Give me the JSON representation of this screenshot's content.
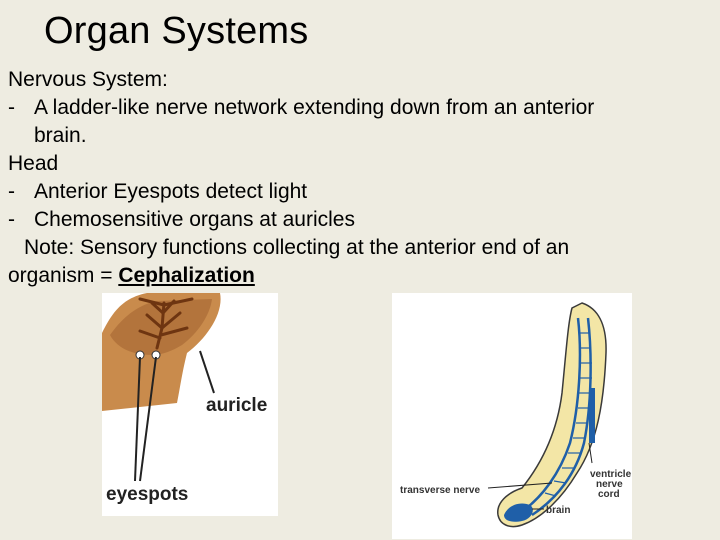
{
  "slide": {
    "title": "Organ Systems",
    "nervous_heading": "Nervous System:",
    "nervous_bullet_line1": "A ladder-like nerve network extending down from an anterior",
    "nervous_bullet_line2": "brain.",
    "head_heading": "Head",
    "head_bullet1": "Anterior Eyespots detect light",
    "head_bullet2": "Chemosensitive organs at auricles",
    "note_line1": "Note:   Sensory functions collecting at the anterior end of an",
    "note_line2_prefix": "organism  = ",
    "note_term": "Cephalization",
    "dash": "-"
  },
  "left_figure": {
    "label_auricle": "auricle",
    "label_eyespots": "eyespots"
  },
  "right_figure": {
    "label_ventricle_nerve_cord_1": "ventricle",
    "label_ventricle_nerve_cord_2": "nerve",
    "label_ventricle_nerve_cord_3": "cord",
    "label_transverse_nerve": "transverse nerve",
    "label_brain": "brain"
  },
  "colors": {
    "background": "#eeece1",
    "planarian_body": "#f3e6a6",
    "planarian_head": "#c8894a",
    "nerve": "#1f5fa8"
  }
}
